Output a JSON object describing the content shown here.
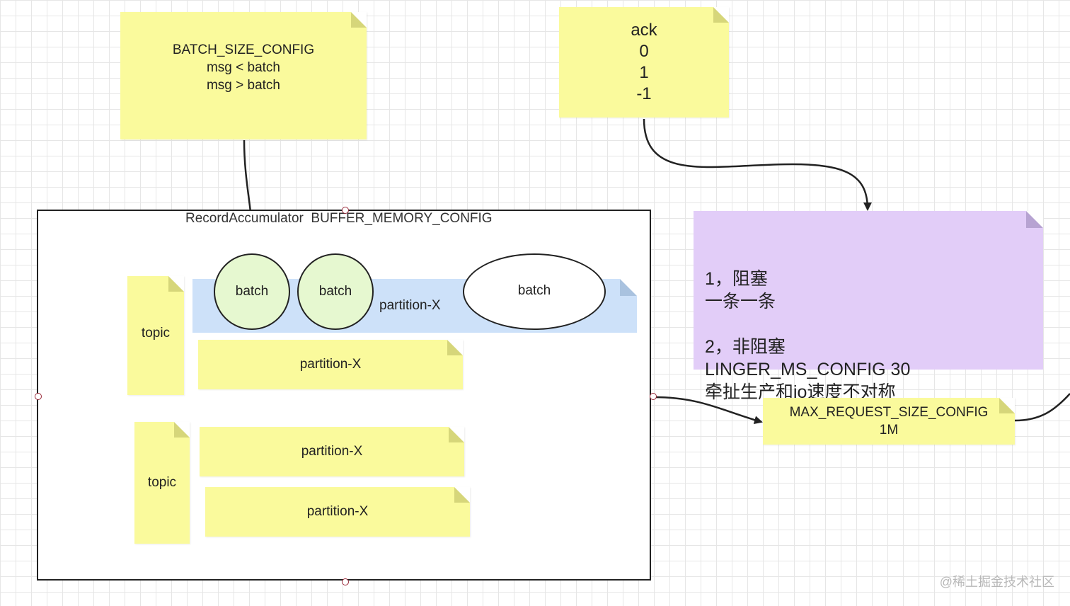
{
  "notes": {
    "batch_config": "BATCH_SIZE_CONFIG\nmsg < batch\nmsg > batch",
    "ack": "ack\n0\n1\n-1",
    "max_request": "MAX_REQUEST_SIZE_CONFIG\n1M",
    "purple": "1，阻塞\n一条一条\n\n2，非阻塞\nLINGER_MS_CONFIG 30\n牵扯生产和io速度不对称"
  },
  "container": {
    "title": "RecordAccumulator  BUFFER_MEMORY_CONFIG"
  },
  "lane": {
    "label": "partition-X",
    "batches": [
      "batch",
      "batch",
      "batch"
    ]
  },
  "topics": [
    "topic",
    "topic"
  ],
  "partitions": [
    "partition-X",
    "partition-X",
    "partition-X"
  ],
  "watermark": "@稀土掘金技术社区"
}
